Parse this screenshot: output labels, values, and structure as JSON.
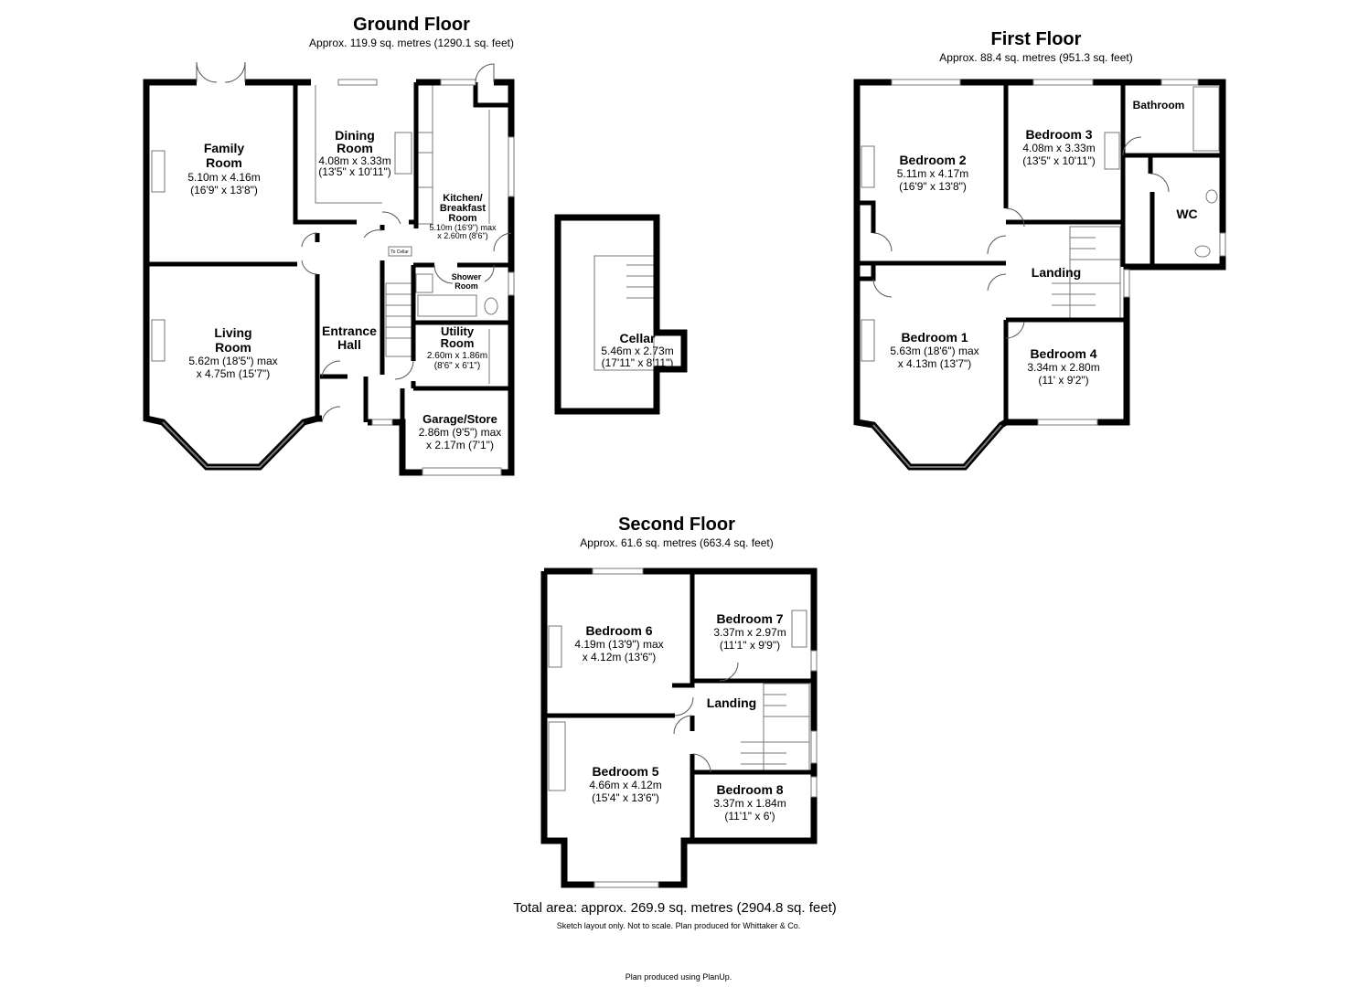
{
  "ground_floor": {
    "title": "Ground Floor",
    "area": "Approx. 119.9 sq. metres (1290.1 sq. feet)",
    "rooms": {
      "family": {
        "name": [
          "Family",
          "Room"
        ],
        "dims": [
          "5.10m x 4.16m",
          "(16'9\" x 13'8\")"
        ]
      },
      "dining": {
        "name": [
          "Dining",
          "Room"
        ],
        "dims": [
          "4.08m x 3.33m",
          "(13'5\" x 10'11\")"
        ]
      },
      "kitchen": {
        "name": [
          "Kitchen/",
          "Breakfast",
          "Room"
        ],
        "dims": [
          "5.10m (16'9\") max",
          "x 2.60m (8'6\")"
        ]
      },
      "living": {
        "name": [
          "Living",
          "Room"
        ],
        "dims": [
          "5.62m (18'5\") max",
          "x 4.75m (15'7\")"
        ]
      },
      "hall": {
        "name": [
          "Entrance",
          "Hall"
        ]
      },
      "shower": {
        "name": [
          "Shower",
          "Room"
        ]
      },
      "utility": {
        "name": [
          "Utility",
          "Room"
        ],
        "dims": [
          "2.60m x 1.86m",
          "(8'6\" x 6'1\")"
        ]
      },
      "garage": {
        "name": [
          "Garage/Store"
        ],
        "dims": [
          "2.86m (9'5\") max",
          "x 2.17m (7'1\")"
        ]
      }
    },
    "to_cellar": "To Cellar"
  },
  "cellar": {
    "name": "Cellar",
    "dims": [
      "5.46m x 2.73m",
      "(17'11\" x 8'11\")"
    ]
  },
  "first_floor": {
    "title": "First Floor",
    "area": "Approx. 88.4 sq. metres (951.3 sq. feet)",
    "rooms": {
      "bed2": {
        "name": "Bedroom 2",
        "dims": [
          "5.11m x 4.17m",
          "(16'9\" x 13'8\")"
        ]
      },
      "bed3": {
        "name": "Bedroom 3",
        "dims": [
          "4.08m x 3.33m",
          "(13'5\" x 10'11\")"
        ]
      },
      "bathroom": {
        "name": "Bathroom"
      },
      "wc": {
        "name": "WC"
      },
      "landing": {
        "name": "Landing"
      },
      "bed1": {
        "name": "Bedroom 1",
        "dims": [
          "5.63m (18'6\") max",
          "x 4.13m (13'7\")"
        ]
      },
      "bed4": {
        "name": "Bedroom 4",
        "dims": [
          "3.34m x 2.80m",
          "(11' x 9'2\")"
        ]
      }
    }
  },
  "second_floor": {
    "title": "Second Floor",
    "area": "Approx. 61.6 sq. metres (663.4 sq. feet)",
    "rooms": {
      "bed6": {
        "name": "Bedroom 6",
        "dims": [
          "4.19m (13'9\") max",
          "x 4.12m (13'6\")"
        ]
      },
      "bed7": {
        "name": "Bedroom 7",
        "dims": [
          "3.37m x 2.97m",
          "(11'1\" x 9'9\")"
        ]
      },
      "landing": {
        "name": "Landing"
      },
      "bed5": {
        "name": "Bedroom 5",
        "dims": [
          "4.66m x 4.12m",
          "(15'4\" x 13'6\")"
        ]
      },
      "bed8": {
        "name": "Bedroom 8",
        "dims": [
          "3.37m x 1.84m",
          "(11'1\" x 6')"
        ]
      }
    }
  },
  "footer": {
    "total": "Total area: approx. 269.9 sq. metres (2904.8 sq. feet)",
    "note": "Sketch layout only. Not to scale. Plan produced for Whittaker & Co.",
    "credit": "Plan produced using PlanUp."
  }
}
